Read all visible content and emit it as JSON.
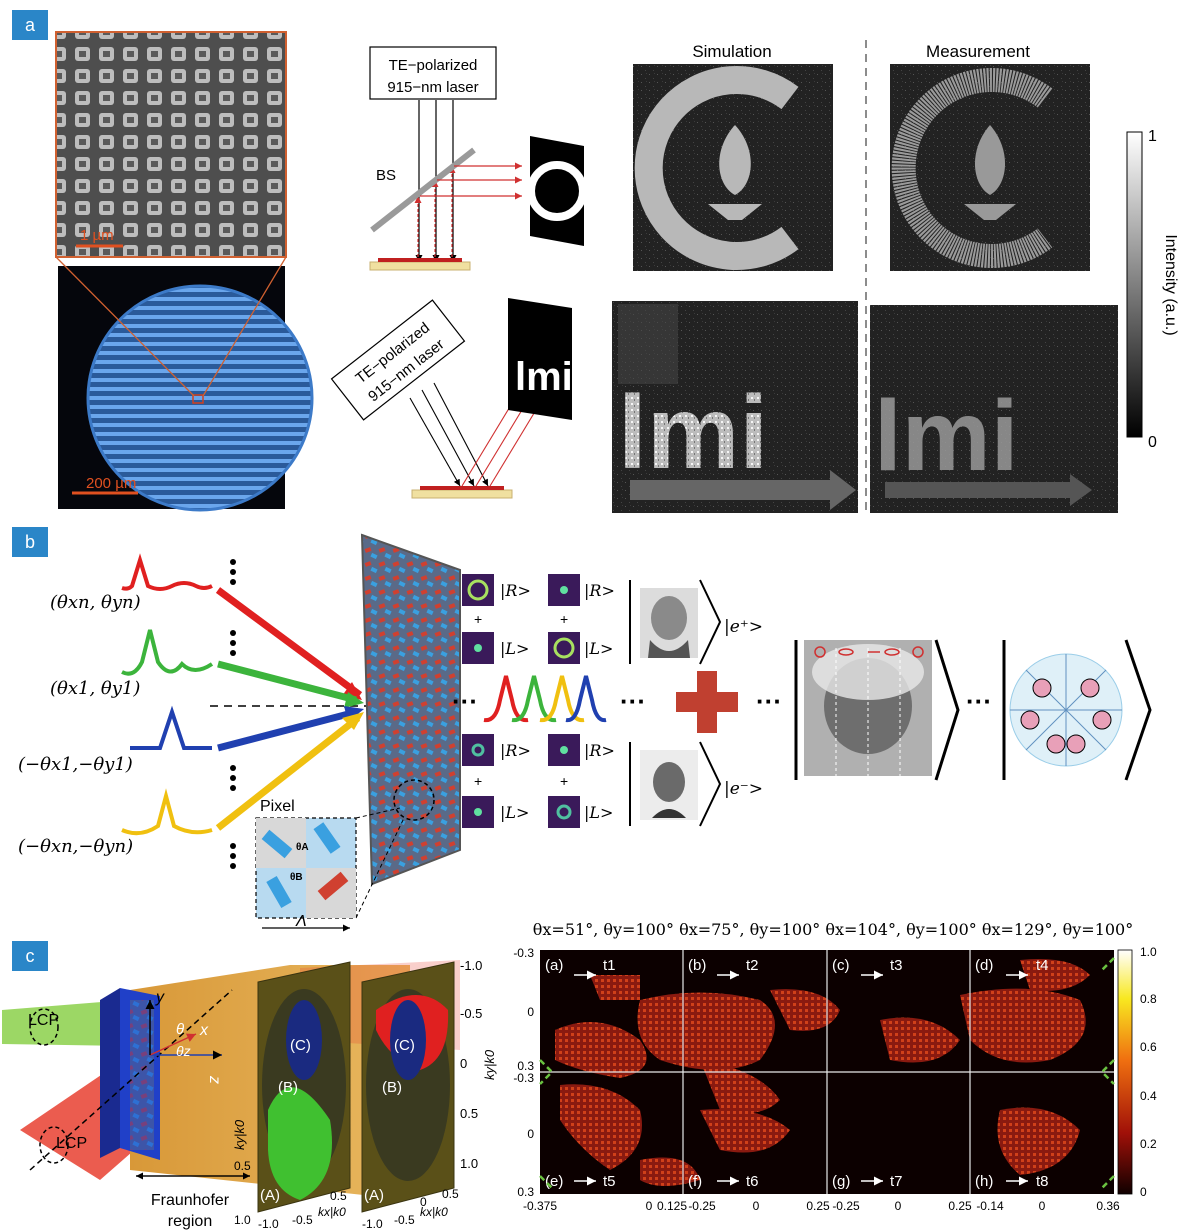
{
  "panel_labels": [
    "a",
    "b",
    "c"
  ],
  "panel_a": {
    "scale_1": "1 µm",
    "scale_2": "200 µm",
    "laser_top_1": "TE−polarized",
    "laser_top_2": "915−nm laser",
    "bs_label": "BS",
    "laser_bottom_1": "TE−polarized",
    "laser_bottom_2": "915−nm laser",
    "col_simulation": "Simulation",
    "col_measurement": "Measurement",
    "colorbar_label": "Intensity (a.u.)",
    "colorbar_max": "1",
    "colorbar_min": "0"
  },
  "panel_b": {
    "beams": [
      {
        "label": "(θxn, θyn)",
        "color": "#e02020"
      },
      {
        "label": "(θx1, θy1)",
        "color": "#3cb43c"
      },
      {
        "label": "(−θx1,−θy1)",
        "color": "#2040b0"
      },
      {
        "label": "(−θxn,−θyn)",
        "color": "#f0c010"
      }
    ],
    "pixel_label": "Pixel",
    "lambda_label": "Λ",
    "theta_a": "θA",
    "theta_b": "θB",
    "ket_r": "|R>",
    "ket_l": "|L>",
    "plus": "+",
    "e_plus": "|e⁺>",
    "e_minus": "|e⁻>",
    "ellipsis": "···"
  },
  "panel_c": {
    "header": "θx=51°, θy=100° θx=75°, θy=100° θx=104°, θy=100° θx=129°, θy=100°",
    "lcp": "LCP",
    "fraunhofer_1": "Fraunhofer",
    "fraunhofer_2": "region",
    "region_labels": [
      "(A)",
      "(B)",
      "(C)"
    ],
    "axis_ky": "ky|k0",
    "axis_kx": "kx|k0",
    "axis_x": "x",
    "axis_y": "y",
    "axis_z": "z",
    "theta_1": "θ",
    "theta_z": "θz",
    "left_ticks_vertical": [
      "-1.0",
      "-0.5",
      "0",
      "0.5",
      "1.0"
    ],
    "left_ticks_horizontal": [
      "1.0",
      "-1.0",
      "-0.5",
      "0",
      "0.5"
    ],
    "subpanel_labels": [
      "(a)",
      "(b)",
      "(c)",
      "(d)",
      "(e)",
      "(f)",
      "(g)",
      "(h)"
    ],
    "time_labels": [
      "t1",
      "t2",
      "t3",
      "t4",
      "t5",
      "t6",
      "t7",
      "t8"
    ],
    "y_ticks": [
      "-0.3",
      "0",
      "0.3"
    ],
    "x_ticks": [
      "-0.375",
      "0",
      "0.125",
      "-0.25",
      "0",
      "0.25",
      "-0.25",
      "0",
      "0.25",
      "-0.14",
      "0",
      "0.36"
    ],
    "colorbar_ticks": [
      "1.0",
      "0.8",
      "0.6",
      "0.4",
      "0.2",
      "0"
    ]
  }
}
